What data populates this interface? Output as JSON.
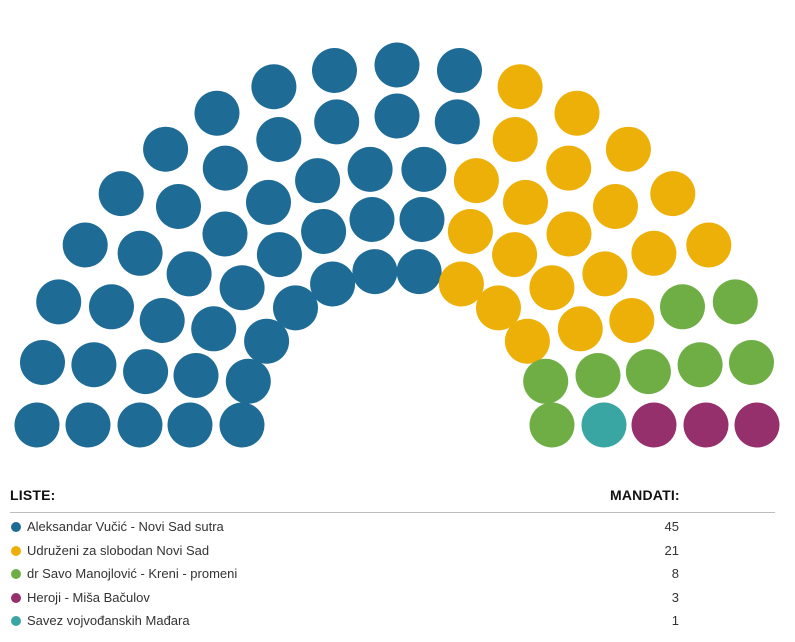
{
  "legend": {
    "lists_header": "LISTE:",
    "seats_header": "MANDATI:"
  },
  "chart_data": {
    "type": "parliament",
    "total_seats": 78,
    "series": [
      {
        "name": "Aleksandar Vučić - Novi Sad sutra",
        "seats": 45,
        "color": "#1e6b96"
      },
      {
        "name": "Udruženi za slobodan Novi Sad",
        "seats": 21,
        "color": "#edb009"
      },
      {
        "name": "dr Savo Manojlović - Kreni - promeni",
        "seats": 8,
        "color": "#6fae45"
      },
      {
        "name": "Heroji - Miša Bačulov",
        "seats": 3,
        "color": "#96306c"
      },
      {
        "name": "Savez vojvođanskih Mađara",
        "seats": 1,
        "color": "#3aa6a3"
      }
    ]
  }
}
